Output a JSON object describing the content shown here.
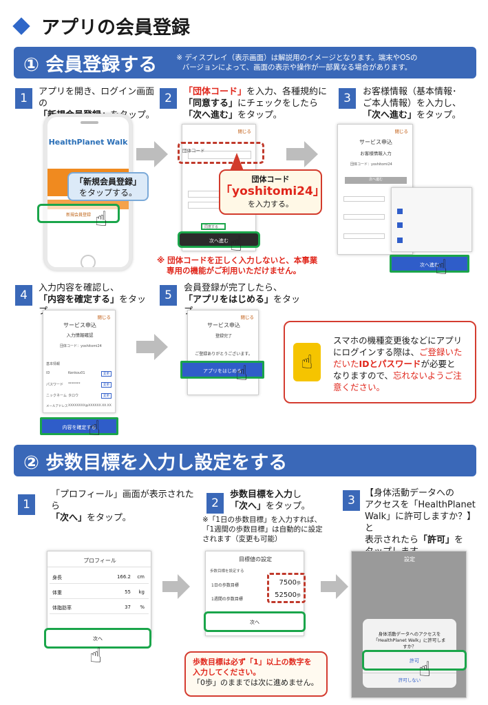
{
  "page": {
    "title": "アプリの会員登録"
  },
  "section1": {
    "banner": "① 会員登録する",
    "note_line1": "※ ディスプレイ（表示画面）は解説用のイメージとなります。端末やOSの",
    "note_line2": "バージョンによって、画面の表示や操作が一部異なる場合があります。",
    "step1": {
      "num": "1",
      "line1": "アプリを開き、ログイン画面の",
      "bold": "「新規会員登録」",
      "tail": "をタップ。",
      "logo": "HealthPlanet Walk",
      "bubble_bold": "「新規会員登録」",
      "bubble_tail": "をタップする。",
      "btn": "新規会員登録"
    },
    "step2": {
      "num": "2",
      "red_bold": "「団体コード」",
      "line1_tail": "を入力、各種規約に",
      "bold_agree": "「同意する」",
      "line2_mid": "にチェックをしたら",
      "bold_next": "「次へ進む」",
      "tail": "をタップ。",
      "close": "閉じる",
      "screen_label": "団体コード",
      "code_label": "団体コード",
      "code_value": "「yoshitomi24」",
      "code_tail": "を入力する。",
      "agree_label": "同意する",
      "next_btn": "次へ進む",
      "warning_line1": "※ 団体コードを正しく入力しないと、本事業",
      "warning_line2": "専用の機能がご利用いただけません。"
    },
    "step3": {
      "num": "3",
      "line1": "お客様情報（基本情報･",
      "line2": "ご本人情報）を入力し、",
      "bold": "「次へ進む」",
      "tail": "をタップ。",
      "close": "閉じる",
      "screen_title": "サービス申込",
      "screen_sub": "お客様情報入力",
      "org_code": "団体コード：yoshitomi24",
      "next_btn": "次へ進む"
    },
    "step4": {
      "num": "4",
      "line1": "入力内容を確認し、",
      "bold": "「内容を確定する」",
      "tail": "をタップ。",
      "close": "閉じる",
      "screen_title": "サービス申込",
      "screen_sub": "入力情報確認",
      "org_code": "団体コード：yoshitomi24",
      "basic_info": "基本情報",
      "id_label": "ID",
      "id_value": "Kenkou01",
      "pw_label": "パスワード",
      "pw_value": "*******",
      "nick_label": "ニックネーム",
      "nick_value": "タロウ",
      "mail_label": "メールアドレス",
      "mail_value": "XXXXXXXX@XXXXXX.XX.XX",
      "edit": "変更",
      "confirm_btn": "内容を確定する"
    },
    "step5": {
      "num": "5",
      "line1": "会員登録が完了したら、",
      "bold": "「アプリをはじめる」",
      "tail": "をタップ。",
      "close": "閉じる",
      "screen_title": "サービス申込",
      "screen_sub": "登録完了",
      "thanks": "ご登録ありがとうございます。",
      "start_btn": "アプリをはじめる"
    },
    "tip": {
      "line1": "スマホの機種変更後などにアプリ",
      "line2a": "にログインする際は、",
      "line2b": "ご登録いた",
      "line3a": "だいた",
      "line3b": "IDとパスワード",
      "line3c": "が必要と",
      "line4a": "なりますので、",
      "line4b": "忘れないようご注",
      "line5": "意ください。"
    }
  },
  "section2": {
    "banner": "② 歩数目標を入力し設定をする",
    "step1": {
      "num": "1",
      "line1": "「プロフィール」画面が表示されたら",
      "bold": "「次へ」",
      "tail": "をタップ。",
      "screen_title": "プロフィール",
      "rows": [
        {
          "label": "身長",
          "value": "166.2",
          "unit": "cm"
        },
        {
          "label": "体重",
          "value": "55",
          "unit": "kg"
        },
        {
          "label": "体脂肪率",
          "value": "37",
          "unit": "%"
        }
      ],
      "next_btn": "次へ"
    },
    "step2": {
      "num": "2",
      "bold1": "歩数目標を入力",
      "tail1": "し",
      "bold2": "「次へ」",
      "tail2": "をタップ。",
      "note1": "※「1日の歩数目標」を入力すれば、",
      "note2": "「1週間の歩数目標」は自動的に設定",
      "note3": "されます（変更も可能）",
      "screen_title": "目標値の設定",
      "screen_sub": "歩数目標を設定する",
      "day_label": "1日の歩数目標",
      "day_value": "7500",
      "week_label": "1週間の歩数目標",
      "week_value": "52500",
      "unit": "歩",
      "next_btn": "次へ",
      "warn_line1": "歩数目標は必ず「1」以上の数字を",
      "warn_line2": "入力してください。",
      "warn_line3": "「0歩」のままでは次に進めません。"
    },
    "step3": {
      "num": "3",
      "line1": "【身体活動データへの",
      "line2": "アクセスを「HealthPlanet",
      "line3": "Walk」に許可しますか？】と",
      "line4a": "表示されたら",
      "bold": "「許可」",
      "line4b": "を",
      "line5": "タップします。",
      "screen_title": "設定",
      "dialog_line1": "身体活動データへのアクセスを",
      "dialog_line2": "「HealthPlanet Walk」に許可しま",
      "dialog_line3": "すか？",
      "allow": "許可",
      "deny": "許可しない"
    }
  }
}
